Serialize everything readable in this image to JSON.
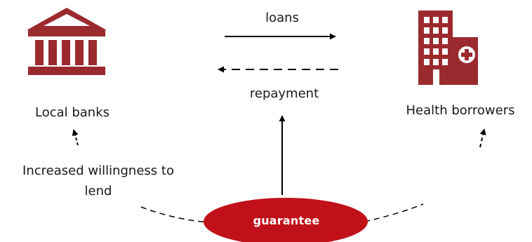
{
  "colors": {
    "icon": "#9b2a2f",
    "ellipse": "#c0111a",
    "line": "#000000"
  },
  "icons": {
    "bank": "bank-building-icon",
    "hospital": "hospital-building-icon"
  },
  "labels": {
    "local_banks": "Local banks",
    "health_borrowers": "Health borrowers",
    "loans": "loans",
    "repayment": "repayment",
    "willingness_line1": "Increased willingness to",
    "willingness_line2": "lend",
    "guarantee": "guarantee"
  }
}
